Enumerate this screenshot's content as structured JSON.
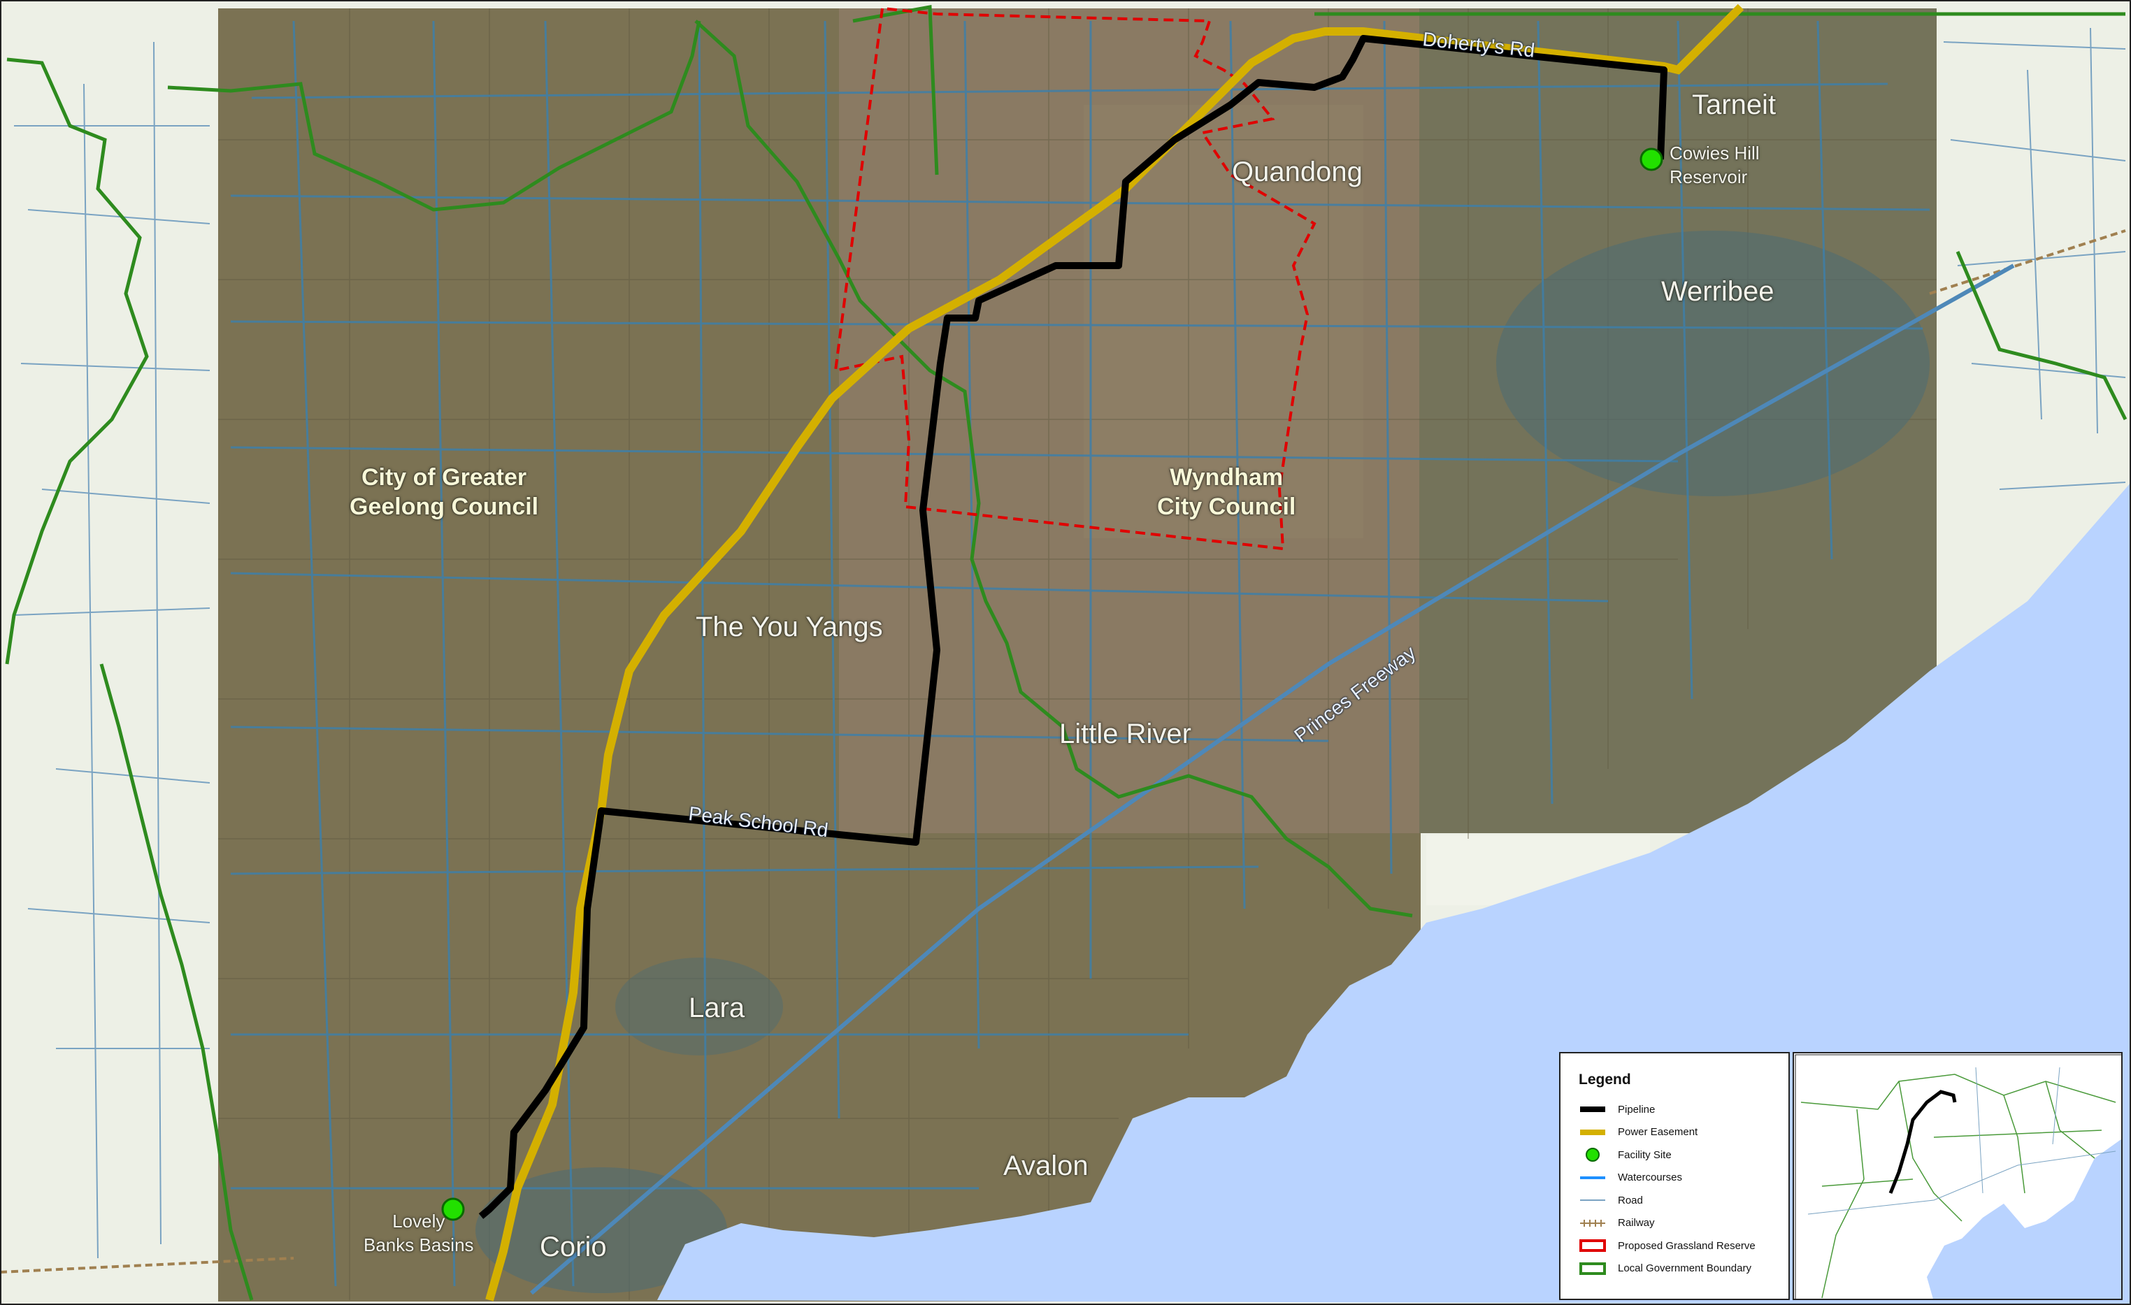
{
  "places": {
    "tarneit": "Tarneit",
    "cowies_hill": [
      "Cowies Hill",
      "Reservoir"
    ],
    "quandong": "Quandong",
    "werribee": "Werribee",
    "geelong_council": [
      "City of Greater",
      "Geelong Council"
    ],
    "wyndham_council": [
      "Wyndham",
      "City Council"
    ],
    "you_yangs": "The You Yangs",
    "little_river": "Little River",
    "lara": "Lara",
    "avalon": "Avalon",
    "corio": "Corio",
    "lovely_banks": [
      "Lovely",
      "Banks Basins"
    ]
  },
  "roads": {
    "dohertys": "Doherty's Rd",
    "peak_school": "Peak School Rd",
    "princes_freeway": "Princes Freeway"
  },
  "legend": {
    "title": "Legend",
    "items": [
      {
        "label": "Pipeline",
        "symbol": "pipeline-icon"
      },
      {
        "label": "Power Easement",
        "symbol": "power-easement-icon"
      },
      {
        "label": "Facility Site",
        "symbol": "facility-site-icon"
      },
      {
        "label": "Watercourses",
        "symbol": "watercourse-icon"
      },
      {
        "label": "Road",
        "symbol": "road-icon"
      },
      {
        "label": "Railway",
        "symbol": "railway-icon"
      },
      {
        "label": "Proposed Grassland Reserve",
        "symbol": "grassland-reserve-icon"
      },
      {
        "label": "Local Government Boundary",
        "symbol": "lga-boundary-icon"
      }
    ]
  },
  "colors": {
    "pipeline": "#000000",
    "power_easement": "#d4b000",
    "facility": "#22e000",
    "watercourse": "#1e90ff",
    "road": "#3f7fa8",
    "railway": "#a08050",
    "grassland_reserve": "#e00000",
    "lga_boundary": "#2e8b1e",
    "sea": "#b9d3ff",
    "imagery": "#7e7556"
  }
}
